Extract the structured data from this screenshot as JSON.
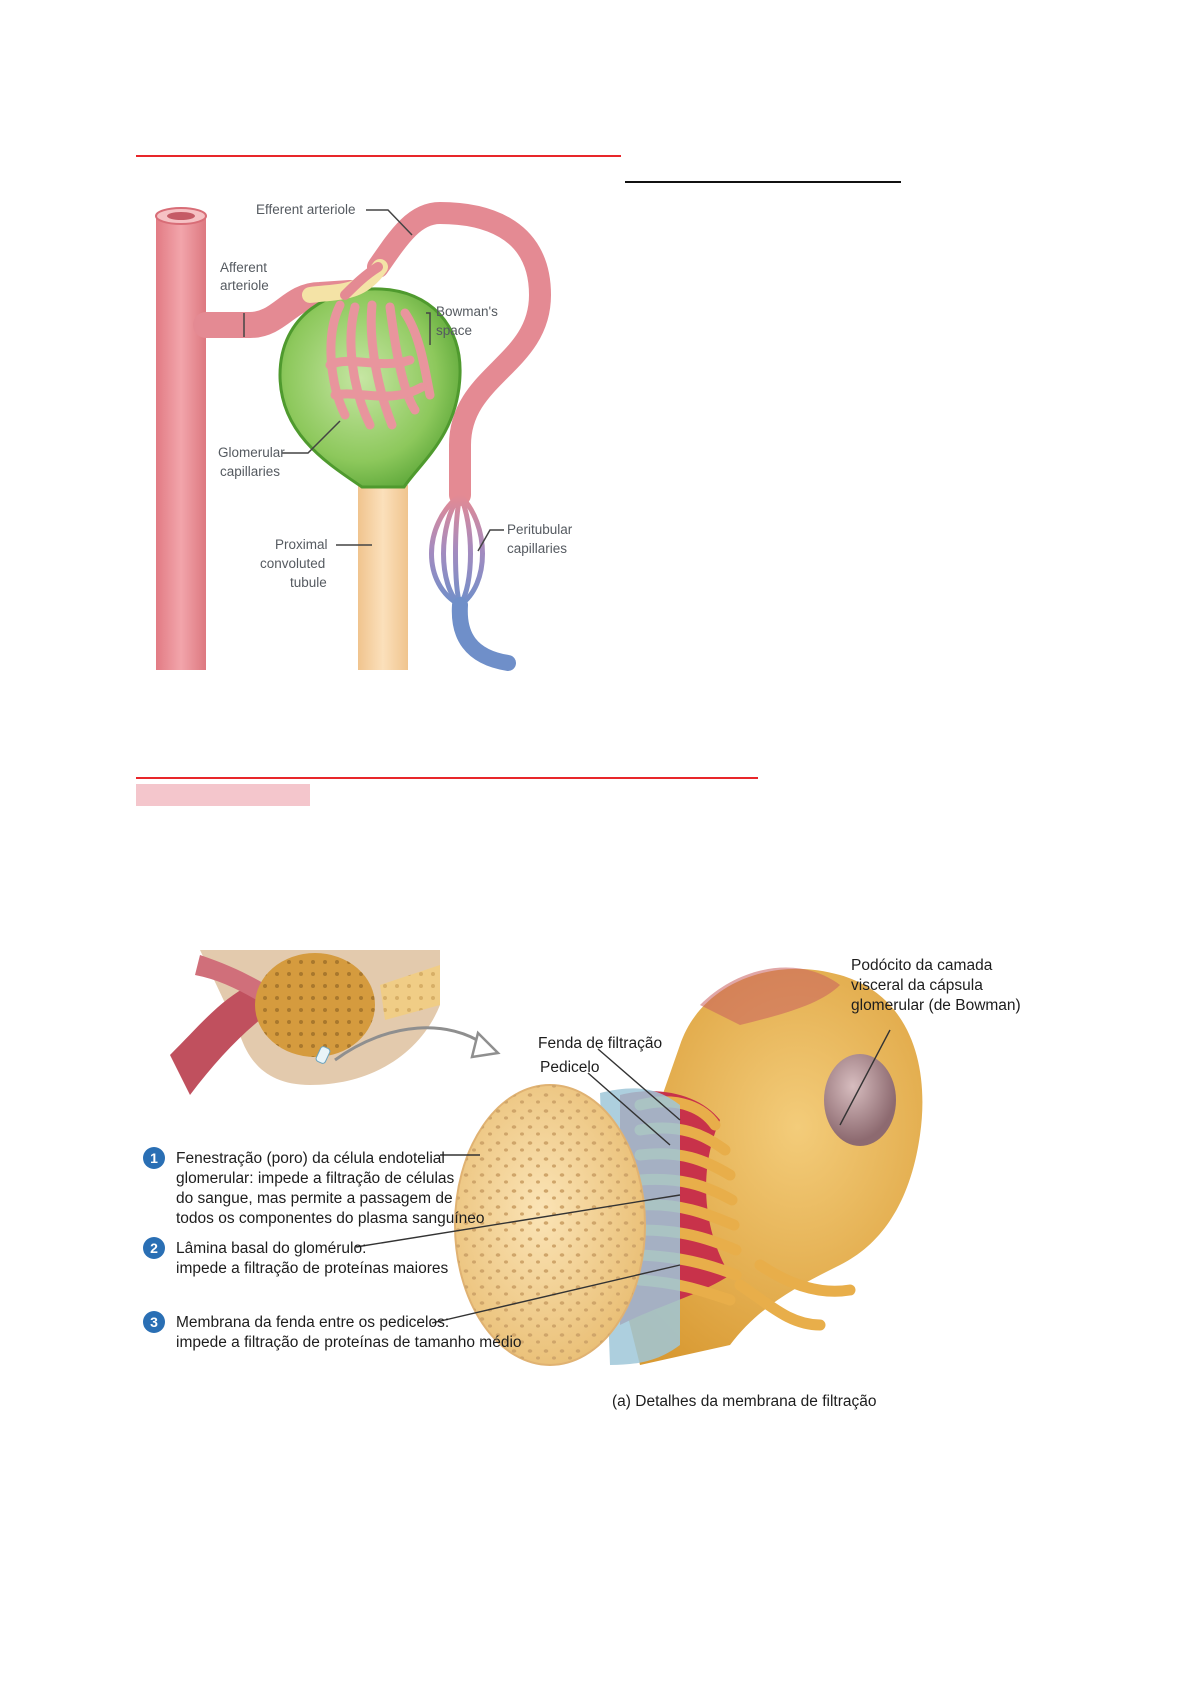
{
  "page": {
    "background": "#ffffff",
    "accent_red": "#e8262a",
    "highlight_pink": "#f4c6cc"
  },
  "figure1": {
    "labels": {
      "efferent_arteriole": "Efferent arteriole",
      "afferent_arteriole": [
        "Afferent",
        "arteriole"
      ],
      "bowmans_space": [
        "Bowman's",
        "space"
      ],
      "glomerular_capillaries": [
        "Glomerular",
        "capillaries"
      ],
      "proximal_tubule": [
        "Proximal",
        "convoluted",
        "tubule"
      ],
      "peritubular_capillaries": [
        "Peritubular",
        "capillaries"
      ]
    },
    "colors": {
      "vessel": "#e8888f",
      "capsule": "#8dc85c",
      "tubule": "#f7d3a4",
      "vein": "#6f8fc9"
    }
  },
  "figure2": {
    "labels": {
      "fenda": "Fenda de filtração",
      "pedicelo": "Pedicelo",
      "podocito": [
        "Podócito da camada",
        "visceral da cápsula",
        "glomerular (de Bowman)"
      ]
    },
    "items": [
      {
        "number": "1",
        "lines": [
          "Fenestração (poro) da célula endotelial",
          "glomerular: impede a filtração de células",
          "do sangue, mas permite a passagem de",
          "todos os componentes do plasma sanguíneo"
        ]
      },
      {
        "number": "2",
        "lines": [
          "Lâmina basal do glomérulo:",
          "impede a filtração de proteínas maiores"
        ]
      },
      {
        "number": "3",
        "lines": [
          "Membrana da fenda entre os pedicelos:",
          "impede a filtração de proteínas de tamanho médio"
        ]
      }
    ],
    "caption": "(a) Detalhes da membrana de filtração",
    "colors": {
      "endothelium": "#f1cf8f",
      "podocyte": "#e6b24a",
      "slit_red": "#c8324a",
      "badge_blue": "#2a6fb4"
    }
  }
}
